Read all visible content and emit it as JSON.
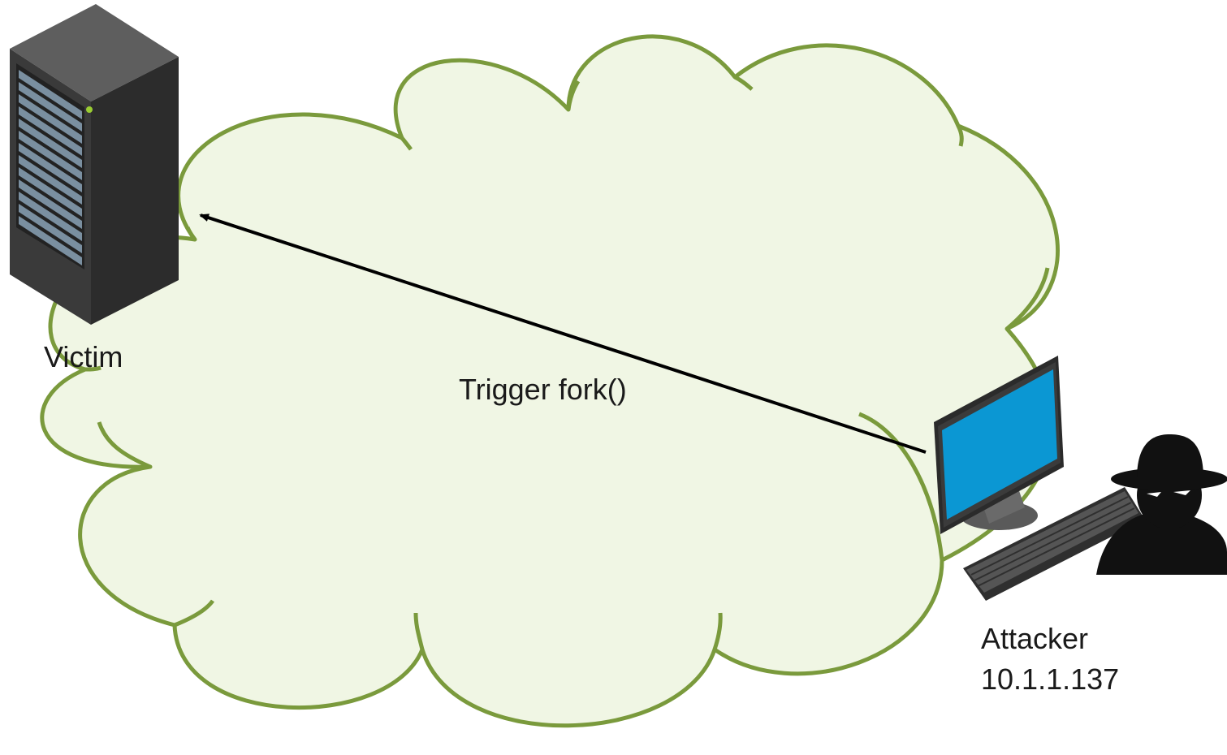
{
  "diagram": {
    "nodes": {
      "victim": {
        "label": "Victim",
        "icon": "server-rack-icon"
      },
      "attacker": {
        "label": "Attacker",
        "ip": "10.1.1.137",
        "icons": [
          "computer-monitor-icon",
          "keyboard-icon",
          "hacker-silhouette-icon"
        ]
      }
    },
    "edges": [
      {
        "from": "attacker",
        "to": "victim",
        "label": "Trigger fork()"
      }
    ],
    "network": {
      "shape": "cloud",
      "fill": "#f0f6e4",
      "stroke": "#7a9a3c"
    },
    "colors": {
      "arrow": "#000000",
      "server_body": "#4a4a4a",
      "server_front": "#3a3a3a",
      "server_side": "#2c2c2c",
      "server_top": "#5e5e5e",
      "server_slots": "#7a8fa0",
      "server_led": "#9acd32",
      "monitor_screen": "#0b97d3",
      "monitor_bezel": "#3b3b3b",
      "keyboard": "#2f2f2f",
      "hacker": "#111111"
    }
  }
}
